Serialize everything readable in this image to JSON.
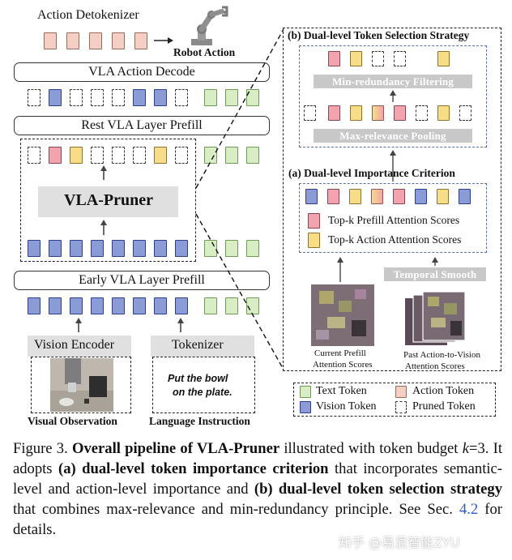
{
  "diagram": {
    "action_detokenizer": "Action Detokenizer",
    "robot_action": "Robot Action",
    "vla_action_decode": "VLA Action Decode",
    "rest_vla_layer_prefill": "Rest VLA Layer Prefill",
    "vla_pruner": "VLA-Pruner",
    "early_vla_layer_prefill": "Early VLA Layer Prefill",
    "vision_encoder": "Vision Encoder",
    "tokenizer": "Tokenizer",
    "instruction_text_line1": "Put the bowl",
    "instruction_text_line2": "on the plate.",
    "visual_observation": "Visual Observation",
    "language_instruction": "Language Instruction",
    "panel_b_title": "(b) Dual-level Token Selection Strategy",
    "min_redundancy": "Min-redundancy Filtering",
    "max_relevance": "Max-relevance Pooling",
    "panel_a_title": "(a) Dual-level Importance Criterion",
    "topk_prefill": "Top-k Prefill Attention Scores",
    "topk_action": "Top-k Action Attention Scores",
    "temporal_smooth": "Temporal Smooth",
    "current_prefill_line1": "Current Prefill",
    "current_prefill_line2": "Attention Scores",
    "past_action_line1": "Past Action-to-Vision",
    "past_action_line2": "Attention Scores"
  },
  "legend": {
    "text_token": "Text Token",
    "action_token": "Action Token",
    "vision_token": "Vision Token",
    "pruned_token": "Pruned Token"
  },
  "caption": {
    "fig": "Figure 3.",
    "title": "Overall pipeline of VLA-Pruner",
    "t1": " illustrated with token budget ",
    "k": "k",
    "t2": "=3.  It adopts ",
    "a_bold": "(a) dual-level token importance criterion",
    "t3": " that incorporates semantic-level and action-level importance and ",
    "b_bold": "(b) dual-level token selection strategy",
    "t4": " that combines max-relevance and min-redundancy principle. See Sec. ",
    "sec": "4.2",
    "t5": " for details."
  },
  "watermark": "知乎 @易显智能ZYU"
}
